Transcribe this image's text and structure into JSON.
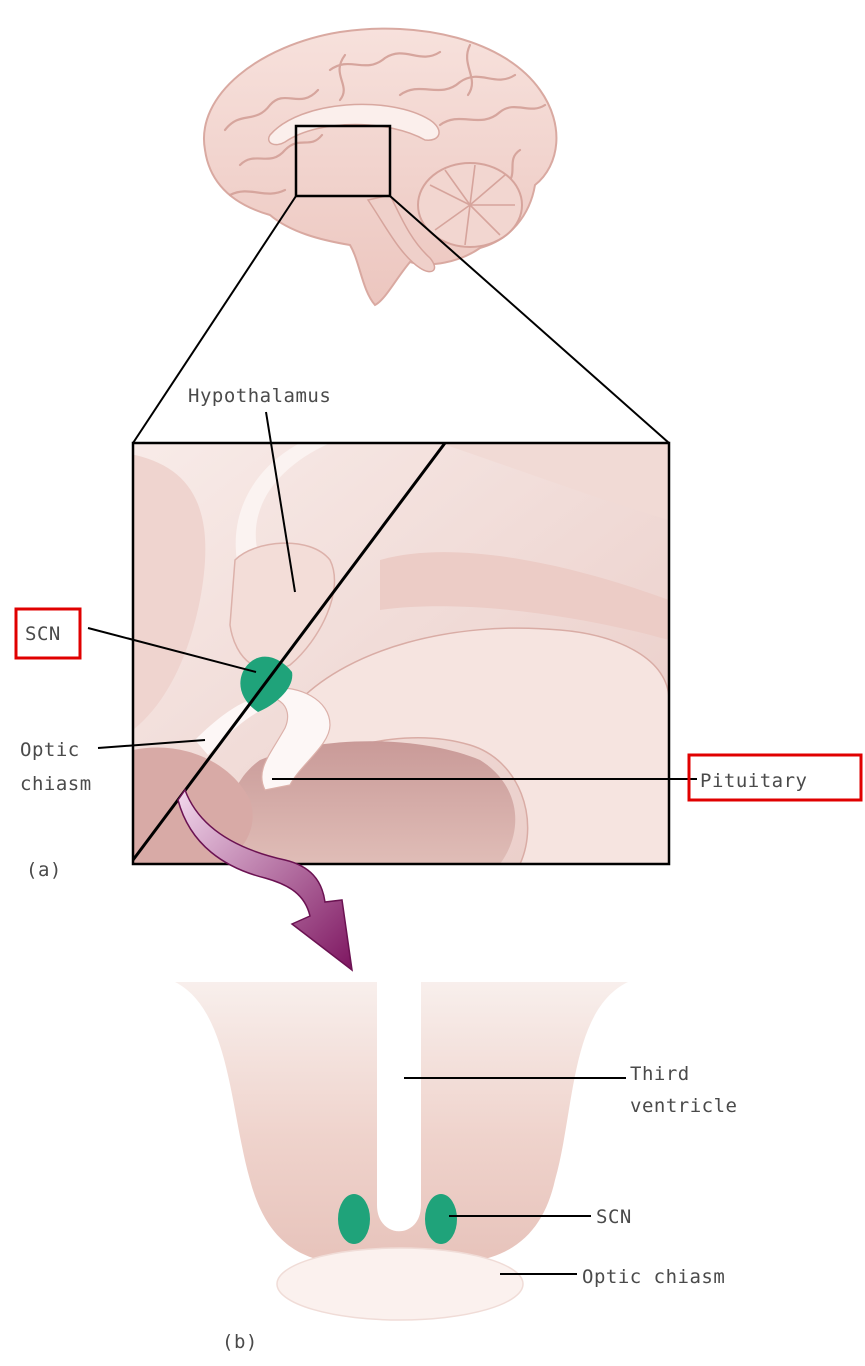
{
  "labels": {
    "hypothalamus": "Hypothalamus",
    "scn_a": "SCN",
    "optic_a_line1": "Optic",
    "optic_a_line2": "chiasm",
    "pituitary": "Pituitary",
    "panel_a": "(a)",
    "third_line1": "Third",
    "third_line2": "ventricle",
    "scn_b": "SCN",
    "optic_b": "Optic chiasm",
    "panel_b": "(b)"
  },
  "highlighted_labels": [
    "SCN",
    "Pituitary"
  ],
  "colors": {
    "highlight_box": "#e00000",
    "scn_green": "#1fa37a",
    "tissue_pink": "#e8c3bd",
    "tissue_light": "#f6e6e2",
    "arrow_purple": "#8a1f6b",
    "line": "#000000"
  }
}
